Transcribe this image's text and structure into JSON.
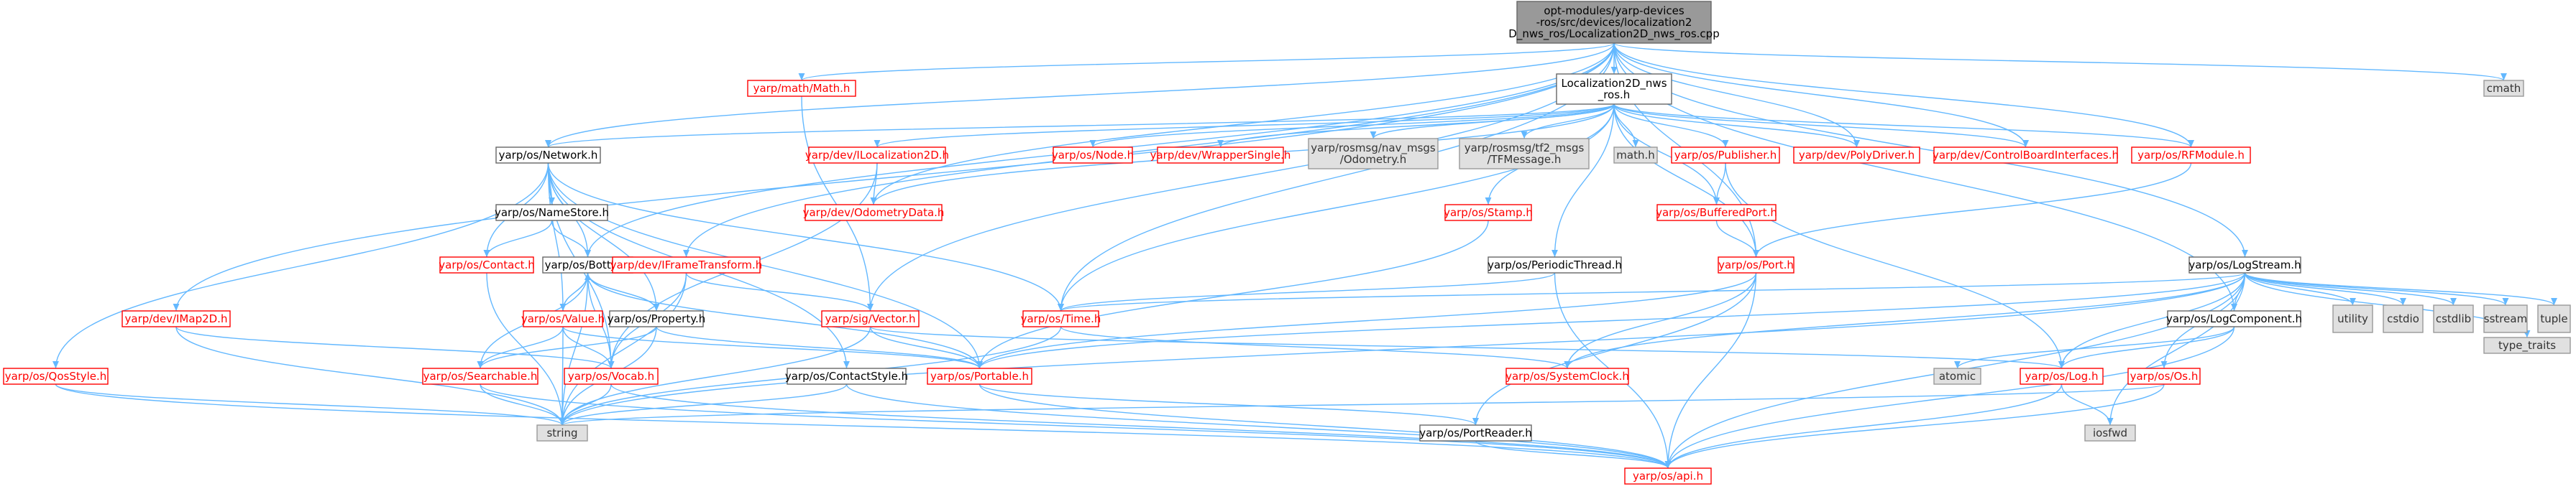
{
  "colors": {
    "root_fill": "#999999",
    "root_border": "#666666",
    "doc_fill": "#ffffff",
    "doc_border": "#666666",
    "doc_text": "#000000",
    "missing_fill": "#ffffff",
    "missing_border": "#ff0000",
    "missing_text": "#ff0000",
    "system_fill": "#e0e0e0",
    "system_border": "#999999",
    "system_text": "#333333",
    "edge": "#63b8ff"
  },
  "nodes": [
    {
      "id": "root",
      "kind": "root",
      "lines": [
        "opt-modules/yarp-devices",
        "-ros/src/devices/localization2",
        "D_nws_ros/Localization2D_nws_ros.cpp"
      ]
    },
    {
      "id": "nws_h",
      "kind": "doc",
      "lines": [
        "Localization2D_nws",
        "_ros.h"
      ]
    },
    {
      "id": "cmath",
      "kind": "system",
      "lines": [
        "cmath"
      ]
    },
    {
      "id": "math_h2",
      "kind": "missing",
      "lines": [
        "yarp/math/Math.h"
      ]
    },
    {
      "id": "network",
      "kind": "doc",
      "lines": [
        "yarp/os/Network.h"
      ]
    },
    {
      "id": "ilocalization",
      "kind": "missing",
      "lines": [
        "yarp/dev/ILocalization2D.h"
      ]
    },
    {
      "id": "node",
      "kind": "missing",
      "lines": [
        "yarp/os/Node.h"
      ]
    },
    {
      "id": "wrapper",
      "kind": "missing",
      "lines": [
        "yarp/dev/WrapperSingle.h"
      ]
    },
    {
      "id": "odom_msg",
      "kind": "system",
      "lines": [
        "yarp/rosmsg/nav_msgs",
        "/Odometry.h"
      ]
    },
    {
      "id": "tf_msg",
      "kind": "system",
      "lines": [
        "yarp/rosmsg/tf2_msgs",
        "/TFMessage.h"
      ]
    },
    {
      "id": "math_h",
      "kind": "system",
      "lines": [
        "math.h"
      ]
    },
    {
      "id": "publisher",
      "kind": "missing",
      "lines": [
        "yarp/os/Publisher.h"
      ]
    },
    {
      "id": "polydriver",
      "kind": "missing",
      "lines": [
        "yarp/dev/PolyDriver.h"
      ]
    },
    {
      "id": "cbi",
      "kind": "missing",
      "lines": [
        "yarp/dev/ControlBoardInterfaces.h"
      ]
    },
    {
      "id": "rfmodule",
      "kind": "missing",
      "lines": [
        "yarp/os/RFModule.h"
      ]
    },
    {
      "id": "namestore",
      "kind": "doc",
      "lines": [
        "yarp/os/NameStore.h"
      ]
    },
    {
      "id": "odomdata",
      "kind": "missing",
      "lines": [
        "yarp/dev/OdometryData.h"
      ]
    },
    {
      "id": "bufferedport",
      "kind": "missing",
      "lines": [
        "yarp/os/BufferedPort.h"
      ]
    },
    {
      "id": "stamp",
      "kind": "missing",
      "lines": [
        "yarp/os/Stamp.h"
      ]
    },
    {
      "id": "contact",
      "kind": "missing",
      "lines": [
        "yarp/os/Contact.h"
      ]
    },
    {
      "id": "bottle",
      "kind": "doc",
      "lines": [
        "yarp/os/Bottle.h"
      ]
    },
    {
      "id": "iframe",
      "kind": "missing",
      "lines": [
        "yarp/dev/IFrameTransform.h"
      ]
    },
    {
      "id": "periodic",
      "kind": "doc",
      "lines": [
        "yarp/os/PeriodicThread.h"
      ]
    },
    {
      "id": "port",
      "kind": "missing",
      "lines": [
        "yarp/os/Port.h"
      ]
    },
    {
      "id": "logstream",
      "kind": "doc",
      "lines": [
        "yarp/os/LogStream.h"
      ]
    },
    {
      "id": "imap2d",
      "kind": "missing",
      "lines": [
        "yarp/dev/IMap2D.h"
      ]
    },
    {
      "id": "value",
      "kind": "missing",
      "lines": [
        "yarp/os/Value.h"
      ]
    },
    {
      "id": "property",
      "kind": "doc",
      "lines": [
        "yarp/os/Property.h"
      ]
    },
    {
      "id": "vector",
      "kind": "missing",
      "lines": [
        "yarp/sig/Vector.h"
      ]
    },
    {
      "id": "time",
      "kind": "missing",
      "lines": [
        "yarp/os/Time.h"
      ]
    },
    {
      "id": "logcomponent",
      "kind": "doc",
      "lines": [
        "yarp/os/LogComponent.h"
      ]
    },
    {
      "id": "utility",
      "kind": "system",
      "lines": [
        "utility"
      ]
    },
    {
      "id": "cstdio",
      "kind": "system",
      "lines": [
        "cstdio"
      ]
    },
    {
      "id": "cstdlib",
      "kind": "system",
      "lines": [
        "cstdlib"
      ]
    },
    {
      "id": "sstream",
      "kind": "system",
      "lines": [
        "sstream"
      ]
    },
    {
      "id": "tuple",
      "kind": "system",
      "lines": [
        "tuple"
      ]
    },
    {
      "id": "type_traits",
      "kind": "system",
      "lines": [
        "type_traits"
      ]
    },
    {
      "id": "qosstyle",
      "kind": "missing",
      "lines": [
        "yarp/os/QosStyle.h"
      ]
    },
    {
      "id": "searchable",
      "kind": "missing",
      "lines": [
        "yarp/os/Searchable.h"
      ]
    },
    {
      "id": "vocab",
      "kind": "missing",
      "lines": [
        "yarp/os/Vocab.h"
      ]
    },
    {
      "id": "contactstyle",
      "kind": "doc",
      "lines": [
        "yarp/os/ContactStyle.h"
      ]
    },
    {
      "id": "portable",
      "kind": "missing",
      "lines": [
        "yarp/os/Portable.h"
      ]
    },
    {
      "id": "systemclock",
      "kind": "missing",
      "lines": [
        "yarp/os/SystemClock.h"
      ]
    },
    {
      "id": "log",
      "kind": "missing",
      "lines": [
        "yarp/os/Log.h"
      ]
    },
    {
      "id": "atomic",
      "kind": "system",
      "lines": [
        "atomic"
      ]
    },
    {
      "id": "os_h",
      "kind": "missing",
      "lines": [
        "yarp/os/Os.h"
      ]
    },
    {
      "id": "string",
      "kind": "system",
      "lines": [
        "string"
      ]
    },
    {
      "id": "portreader",
      "kind": "doc",
      "lines": [
        "yarp/os/PortReader.h"
      ]
    },
    {
      "id": "iosfwd",
      "kind": "system",
      "lines": [
        "iosfwd"
      ]
    },
    {
      "id": "api",
      "kind": "missing",
      "lines": [
        "yarp/os/api.h"
      ]
    }
  ],
  "edges": [
    [
      "root",
      "nws_h"
    ],
    [
      "root",
      "cmath"
    ],
    [
      "root",
      "math_h2"
    ],
    [
      "root",
      "network"
    ],
    [
      "root",
      "imap2d"
    ],
    [
      "root",
      "iframe"
    ],
    [
      "root",
      "odomdata"
    ],
    [
      "root",
      "time"
    ],
    [
      "root",
      "vector"
    ],
    [
      "root",
      "bottle"
    ],
    [
      "root",
      "polydriver"
    ],
    [
      "root",
      "cbi"
    ],
    [
      "root",
      "rfmodule"
    ],
    [
      "root",
      "logstream"
    ],
    [
      "root",
      "logcomponent"
    ],
    [
      "root",
      "port"
    ],
    [
      "nws_h",
      "network"
    ],
    [
      "nws_h",
      "ilocalization"
    ],
    [
      "nws_h",
      "node"
    ],
    [
      "nws_h",
      "wrapper"
    ],
    [
      "nws_h",
      "odom_msg"
    ],
    [
      "nws_h",
      "tf_msg"
    ],
    [
      "nws_h",
      "math_h"
    ],
    [
      "nws_h",
      "publisher"
    ],
    [
      "nws_h",
      "polydriver"
    ],
    [
      "nws_h",
      "cbi"
    ],
    [
      "nws_h",
      "rfmodule"
    ],
    [
      "nws_h",
      "odomdata"
    ],
    [
      "nws_h",
      "bufferedport"
    ],
    [
      "nws_h",
      "stamp"
    ],
    [
      "nws_h",
      "periodic"
    ],
    [
      "nws_h",
      "port"
    ],
    [
      "nws_h",
      "time"
    ],
    [
      "math_h2",
      "vector"
    ],
    [
      "network",
      "namestore"
    ],
    [
      "network",
      "contact"
    ],
    [
      "network",
      "bottle"
    ],
    [
      "network",
      "value"
    ],
    [
      "network",
      "property"
    ],
    [
      "network",
      "time"
    ],
    [
      "network",
      "portable"
    ],
    [
      "network",
      "contactstyle"
    ],
    [
      "network",
      "qosstyle"
    ],
    [
      "network",
      "vocab"
    ],
    [
      "ilocalization",
      "odomdata"
    ],
    [
      "ilocalization",
      "vocab"
    ],
    [
      "publisher",
      "bufferedport"
    ],
    [
      "publisher",
      "log"
    ],
    [
      "bufferedport",
      "port"
    ],
    [
      "stamp",
      "portable"
    ],
    [
      "rfmodule",
      "port"
    ],
    [
      "namestore",
      "contact"
    ],
    [
      "namestore",
      "bottle"
    ],
    [
      "contact",
      "string"
    ],
    [
      "bottle",
      "value"
    ],
    [
      "bottle",
      "property"
    ],
    [
      "bottle",
      "searchable"
    ],
    [
      "bottle",
      "vocab"
    ],
    [
      "bottle",
      "portable"
    ],
    [
      "bottle",
      "string"
    ],
    [
      "iframe",
      "vector"
    ],
    [
      "iframe",
      "vocab"
    ],
    [
      "iframe",
      "string"
    ],
    [
      "periodic",
      "time"
    ],
    [
      "periodic",
      "api"
    ],
    [
      "port",
      "portable"
    ],
    [
      "port",
      "portreader"
    ],
    [
      "port",
      "api"
    ],
    [
      "port",
      "systemclock"
    ],
    [
      "logstream",
      "time"
    ],
    [
      "logstream",
      "logcomponent"
    ],
    [
      "logstream",
      "log"
    ],
    [
      "logstream",
      "os_h"
    ],
    [
      "logstream",
      "utility"
    ],
    [
      "logstream",
      "cstdio"
    ],
    [
      "logstream",
      "cstdlib"
    ],
    [
      "logstream",
      "sstream"
    ],
    [
      "logstream",
      "tuple"
    ],
    [
      "logstream",
      "type_traits"
    ],
    [
      "logstream",
      "string"
    ],
    [
      "logstream",
      "iosfwd"
    ],
    [
      "logstream",
      "api"
    ],
    [
      "logstream",
      "portable"
    ],
    [
      "logstream",
      "systemclock"
    ],
    [
      "imap2d",
      "vocab"
    ],
    [
      "imap2d",
      "string"
    ],
    [
      "value",
      "bottle"
    ],
    [
      "value",
      "searchable"
    ],
    [
      "value",
      "vocab"
    ],
    [
      "value",
      "string"
    ],
    [
      "value",
      "portable"
    ],
    [
      "property",
      "bottle"
    ],
    [
      "property",
      "searchable"
    ],
    [
      "property",
      "string"
    ],
    [
      "property",
      "portable"
    ],
    [
      "vector",
      "portable"
    ],
    [
      "vector",
      "string"
    ],
    [
      "vector",
      "log"
    ],
    [
      "time",
      "systemclock"
    ],
    [
      "time",
      "string"
    ],
    [
      "logcomponent",
      "log"
    ],
    [
      "logcomponent",
      "atomic"
    ],
    [
      "logcomponent",
      "api"
    ],
    [
      "qosstyle",
      "string"
    ],
    [
      "qosstyle",
      "api"
    ],
    [
      "searchable",
      "string"
    ],
    [
      "searchable",
      "api"
    ],
    [
      "vocab",
      "string"
    ],
    [
      "vocab",
      "api"
    ],
    [
      "contactstyle",
      "string"
    ],
    [
      "contactstyle",
      "api"
    ],
    [
      "portable",
      "portreader"
    ],
    [
      "portable",
      "api"
    ],
    [
      "log",
      "iosfwd"
    ],
    [
      "log",
      "api"
    ],
    [
      "os_h",
      "string"
    ],
    [
      "os_h",
      "api"
    ],
    [
      "portreader",
      "api"
    ]
  ]
}
